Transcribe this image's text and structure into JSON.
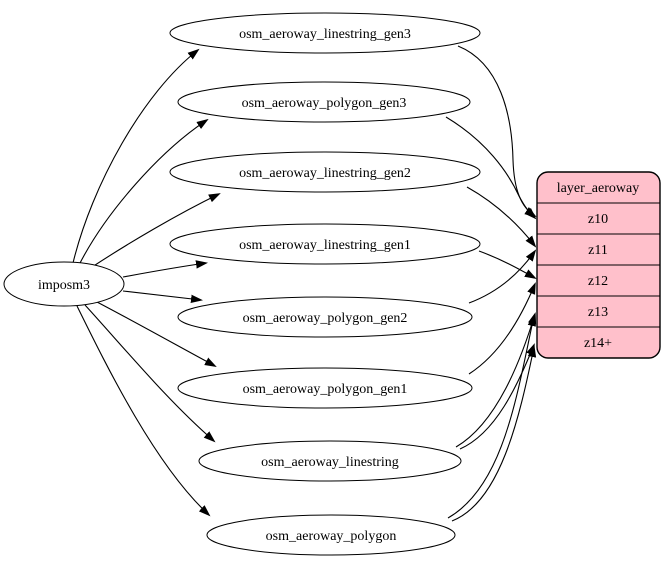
{
  "diagram": {
    "type": "etl-graph",
    "background_color": "#ffffff",
    "node_fill_color": "#ffffff",
    "record_fill_color": "#ffc0cb",
    "edge_color": "#000000",
    "source_node": {
      "label": "imposm3"
    },
    "table_nodes": [
      {
        "label": "osm_aeroway_linestring_gen3"
      },
      {
        "label": "osm_aeroway_polygon_gen3"
      },
      {
        "label": "osm_aeroway_linestring_gen2"
      },
      {
        "label": "osm_aeroway_linestring_gen1"
      },
      {
        "label": "osm_aeroway_polygon_gen2"
      },
      {
        "label": "osm_aeroway_polygon_gen1"
      },
      {
        "label": "osm_aeroway_linestring"
      },
      {
        "label": "osm_aeroway_polygon"
      }
    ],
    "record_node": {
      "title": "layer_aeroway",
      "rows": [
        {
          "label": "z10"
        },
        {
          "label": "z11"
        },
        {
          "label": "z12"
        },
        {
          "label": "z13"
        },
        {
          "label": "z14+"
        }
      ]
    },
    "edges": [
      {
        "from": "imposm3",
        "to": "osm_aeroway_linestring_gen3"
      },
      {
        "from": "imposm3",
        "to": "osm_aeroway_polygon_gen3"
      },
      {
        "from": "imposm3",
        "to": "osm_aeroway_linestring_gen2"
      },
      {
        "from": "imposm3",
        "to": "osm_aeroway_linestring_gen1"
      },
      {
        "from": "imposm3",
        "to": "osm_aeroway_polygon_gen2"
      },
      {
        "from": "imposm3",
        "to": "osm_aeroway_polygon_gen1"
      },
      {
        "from": "imposm3",
        "to": "osm_aeroway_linestring"
      },
      {
        "from": "imposm3",
        "to": "osm_aeroway_polygon"
      },
      {
        "from": "osm_aeroway_linestring_gen3",
        "to": "layer_aeroway:z10"
      },
      {
        "from": "osm_aeroway_polygon_gen3",
        "to": "layer_aeroway:z10"
      },
      {
        "from": "osm_aeroway_linestring_gen2",
        "to": "layer_aeroway:z11"
      },
      {
        "from": "osm_aeroway_polygon_gen2",
        "to": "layer_aeroway:z11"
      },
      {
        "from": "osm_aeroway_linestring_gen1",
        "to": "layer_aeroway:z12"
      },
      {
        "from": "osm_aeroway_polygon_gen1",
        "to": "layer_aeroway:z12"
      },
      {
        "from": "osm_aeroway_linestring",
        "to": "layer_aeroway:z13"
      },
      {
        "from": "osm_aeroway_linestring",
        "to": "layer_aeroway:z14+"
      },
      {
        "from": "osm_aeroway_polygon",
        "to": "layer_aeroway:z13"
      },
      {
        "from": "osm_aeroway_polygon",
        "to": "layer_aeroway:z14+"
      }
    ]
  }
}
